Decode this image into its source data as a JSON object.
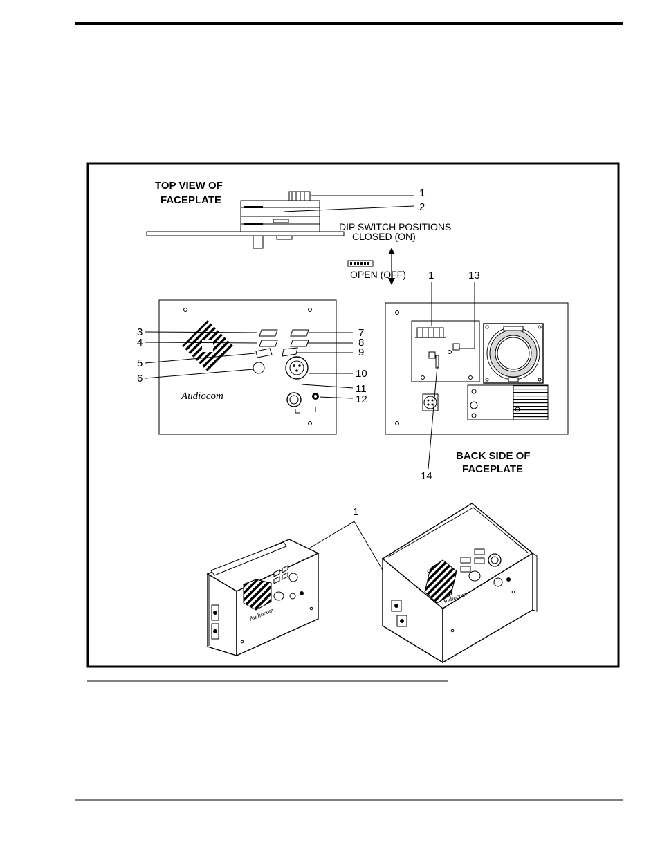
{
  "figure": {
    "top_view_title": [
      "TOP VIEW OF",
      "FACEPLATE"
    ],
    "back_side_title": [
      "BACK SIDE OF",
      "FACEPLATE"
    ],
    "dip_switch": {
      "title": "DIP SWITCH POSITIONS",
      "closed": "CLOSED (ON)",
      "open": "OPEN (OFF)"
    },
    "brand": "Audiocom",
    "callouts": {
      "top": [
        "1",
        "2"
      ],
      "front_left": [
        "3",
        "4",
        "5",
        "6"
      ],
      "front_right": [
        "7",
        "8",
        "9",
        "10",
        "11",
        "12"
      ],
      "back": [
        "1",
        "13",
        "14"
      ],
      "bottom": "1"
    }
  }
}
